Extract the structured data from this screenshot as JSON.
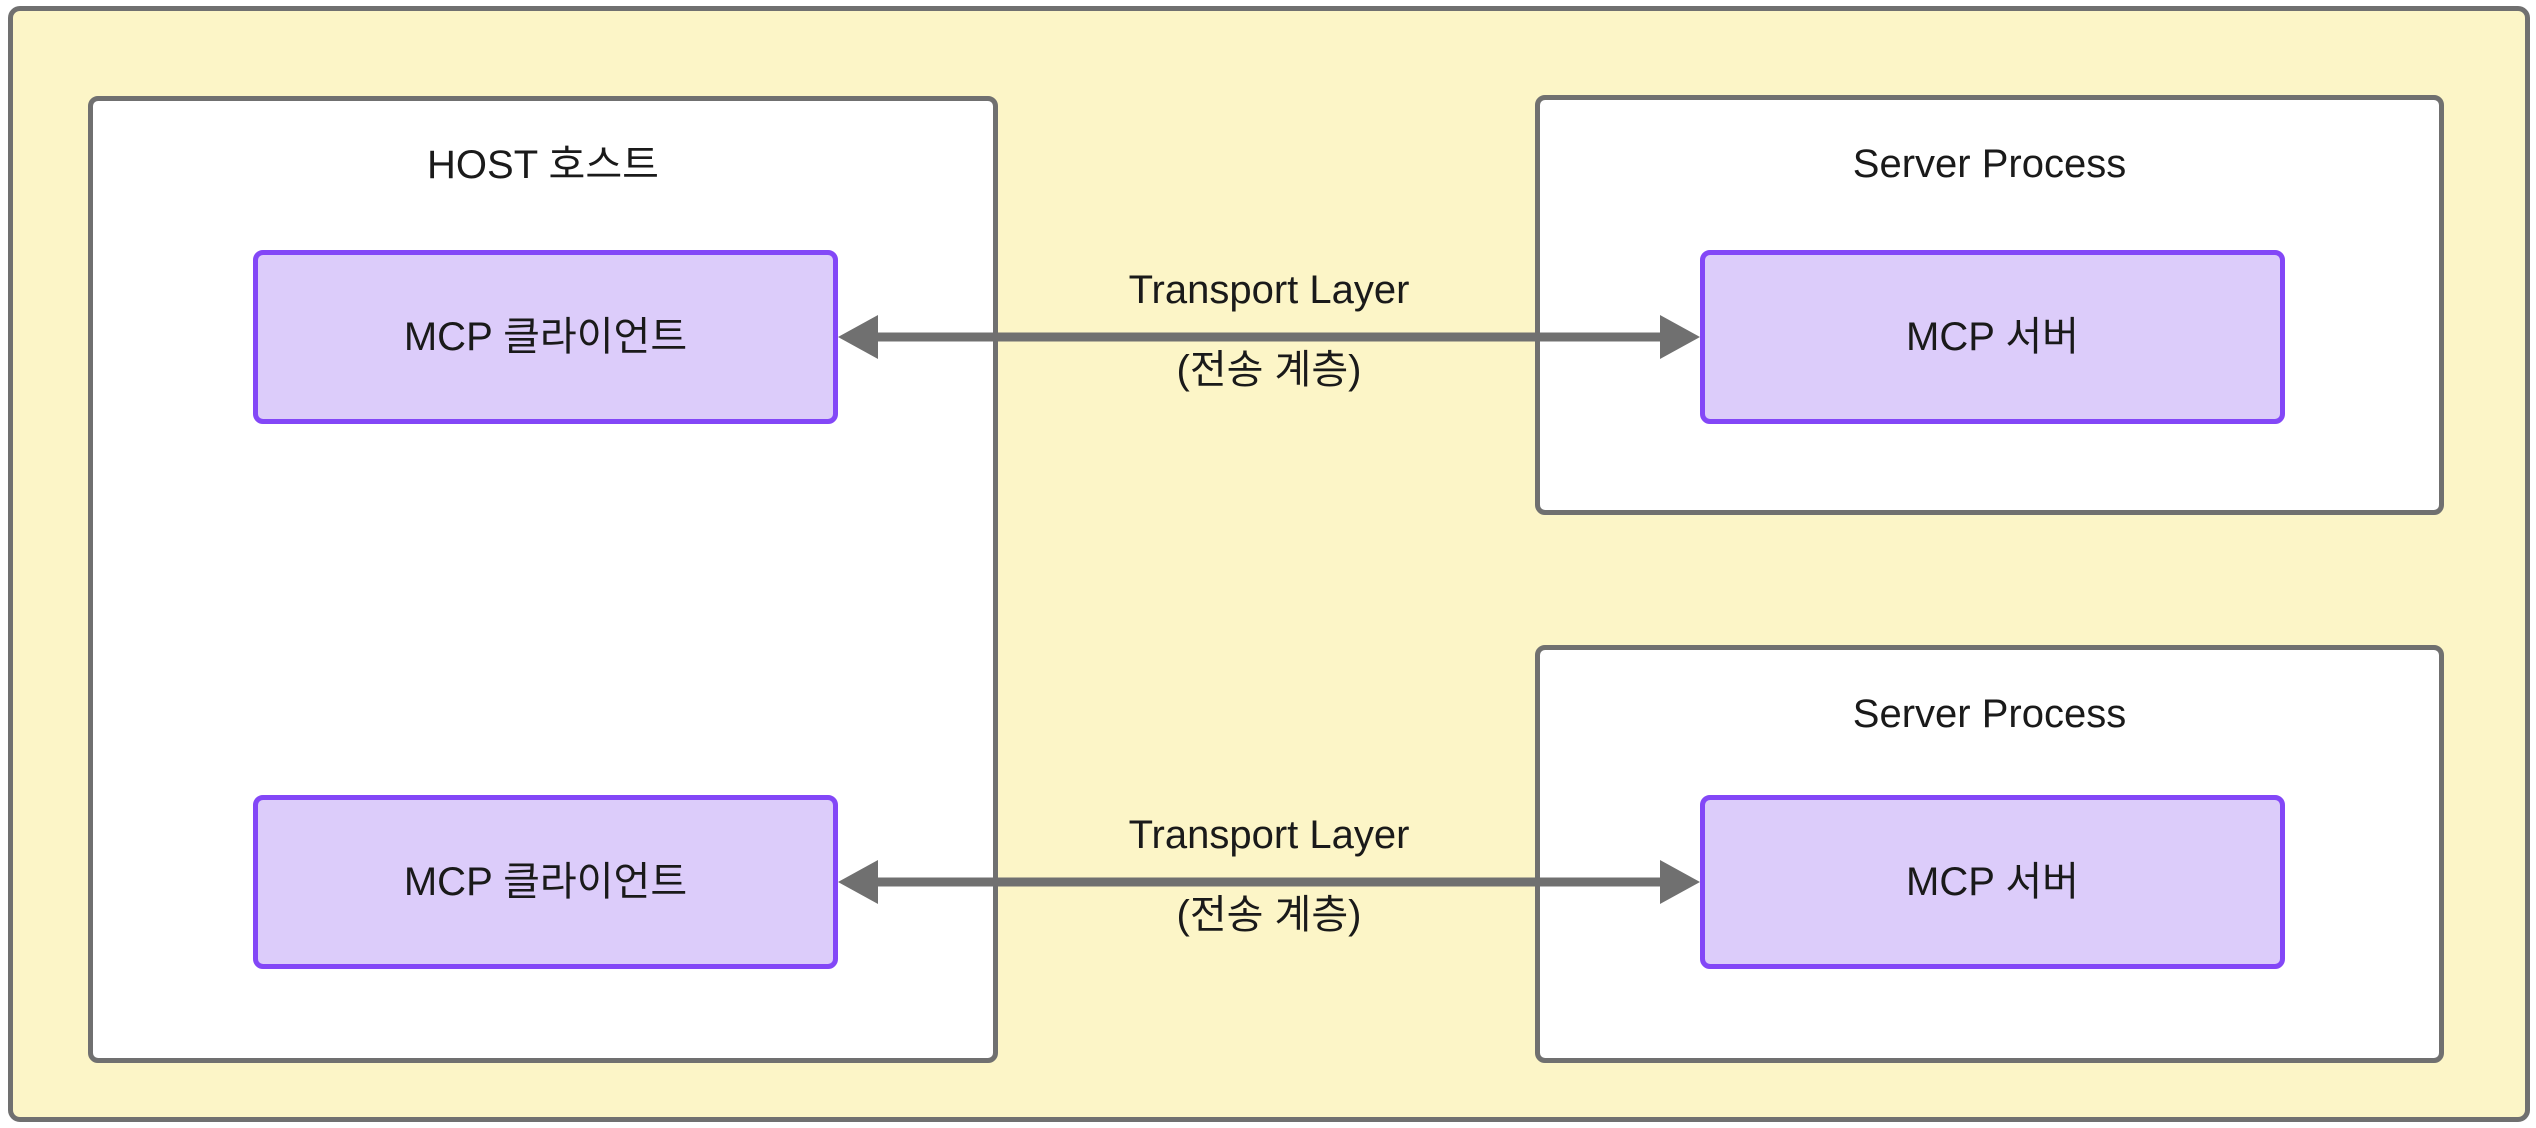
{
  "diagram": {
    "type": "architecture-flow",
    "colors": {
      "frame_background": "#FCF5C7",
      "frame_border": "#707070",
      "panel_background": "#FFFFFF",
      "panel_border": "#707070",
      "node_fill": "#DCCCFA",
      "node_border": "#8347F7",
      "arrow": "#707070",
      "text": "#1A1A1A"
    },
    "host": {
      "title": "HOST 호스트",
      "clients": [
        {
          "label": "MCP 클라이언트"
        },
        {
          "label": "MCP 클라이언트"
        }
      ]
    },
    "servers": [
      {
        "title": "Server Process",
        "node_label": "MCP 서버"
      },
      {
        "title": "Server Process",
        "node_label": "MCP 서버"
      }
    ],
    "connectors": [
      {
        "label_en": "Transport Layer",
        "label_ko": "(전송 계층)",
        "direction": "bidirectional"
      },
      {
        "label_en": "Transport Layer",
        "label_ko": "(전송 계층)",
        "direction": "bidirectional"
      }
    ]
  }
}
